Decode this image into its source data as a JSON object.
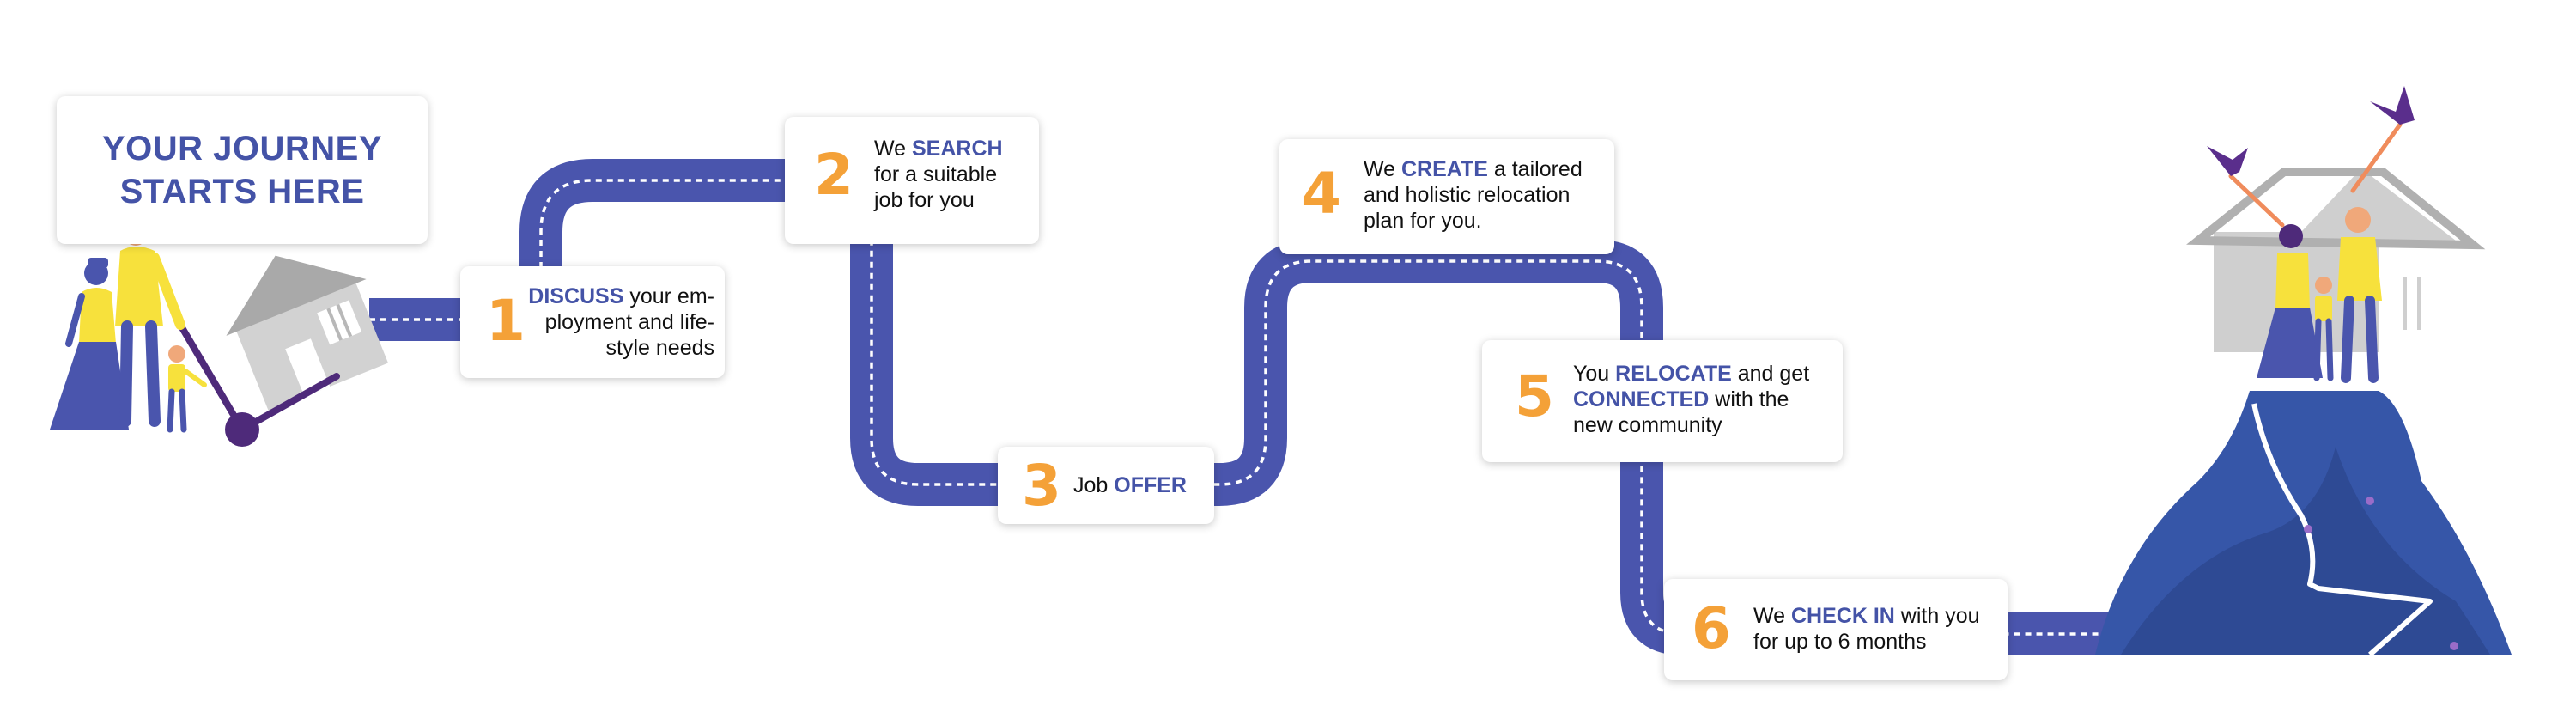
{
  "title": {
    "line1": "YOUR JOURNEY",
    "line2": "STARTS HERE"
  },
  "steps": [
    {
      "number": "1",
      "lines": [
        {
          "em": "DISCUSS",
          "text": " your em-"
        },
        {
          "em": "",
          "text": "ployment and life-"
        },
        {
          "em": "",
          "text": "style needs"
        }
      ]
    },
    {
      "number": "2",
      "lines": [
        {
          "pre": "We ",
          "em": "SEARCH",
          "text": ""
        },
        {
          "pre": "",
          "em": "",
          "text": "for a suitable"
        },
        {
          "pre": "",
          "em": "",
          "text": "job for you"
        }
      ]
    },
    {
      "number": "3",
      "lines": [
        {
          "pre": "Job ",
          "em": "OFFER",
          "text": ""
        }
      ]
    },
    {
      "number": "4",
      "lines": [
        {
          "pre": "We ",
          "em": "CREATE",
          "text": " a tailored"
        },
        {
          "pre": "",
          "em": "",
          "text": "and holistic relocation"
        },
        {
          "pre": "",
          "em": "",
          "text": "plan for you."
        }
      ]
    },
    {
      "number": "5",
      "lines": [
        {
          "pre": "You ",
          "em": "RELOCATE",
          "text": " and get"
        },
        {
          "pre": "",
          "em": "CONNECTED",
          "text": " with the"
        },
        {
          "pre": "",
          "em": "",
          "text": "new community"
        }
      ]
    },
    {
      "number": "6",
      "lines": [
        {
          "pre": "We ",
          "em": "CHECK IN",
          "text": " with you"
        },
        {
          "pre": "",
          "em": "",
          "text": "for up to 6 months"
        }
      ]
    }
  ],
  "colors": {
    "road": "#4a55ad",
    "accent": "#f4a138",
    "brand": "#4453a7",
    "yellow": "#f7e13c",
    "purple": "#4e2a7a",
    "house": "#c4c4c4"
  }
}
